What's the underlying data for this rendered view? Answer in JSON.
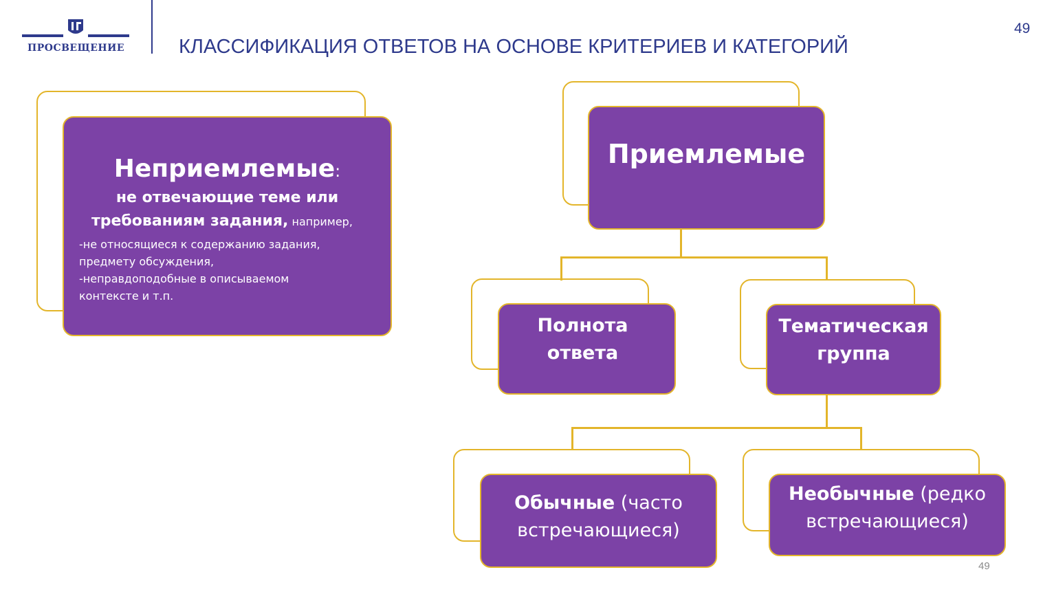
{
  "header": {
    "logo_text": "ПРОСВЕЩЕНИЕ",
    "title": "КЛАССИФИКАЦИЯ ОТВЕТОВ НА ОСНОВЕ КРИТЕРИЕВ И КАТЕГОРИЙ",
    "page_number": "49"
  },
  "unacceptable": {
    "title": "Неприемлемые",
    "colon": ":",
    "subtitle_line1": "не отвечающие теме или",
    "subtitle_line2": "требованиям задания,",
    "example_word": " например,",
    "item1_line1": "-не относящиеся к содержанию задания,",
    "item1_line2": "предмету обсуждения,",
    "item2_line1": "-неправдоподобные в описываемом",
    "item2_line2": "контексте и т.п."
  },
  "acceptable": {
    "title": "Приемлемые",
    "completeness": {
      "line1": "Полнота",
      "line2": "ответа"
    },
    "thematic": {
      "line1": "Тематическая",
      "line2": "группа"
    },
    "usual": {
      "bold": "Обычные",
      "rest1": " (часто",
      "line2": "встречающиеся)"
    },
    "unusual": {
      "bold": "Необычные",
      "rest1": " (редко",
      "line2": "встречающиеся)"
    }
  },
  "footer": {
    "page_number": "49"
  },
  "colors": {
    "box_fill": "#7c42a6",
    "border": "#e3b52a",
    "title": "#2e3a8c"
  }
}
